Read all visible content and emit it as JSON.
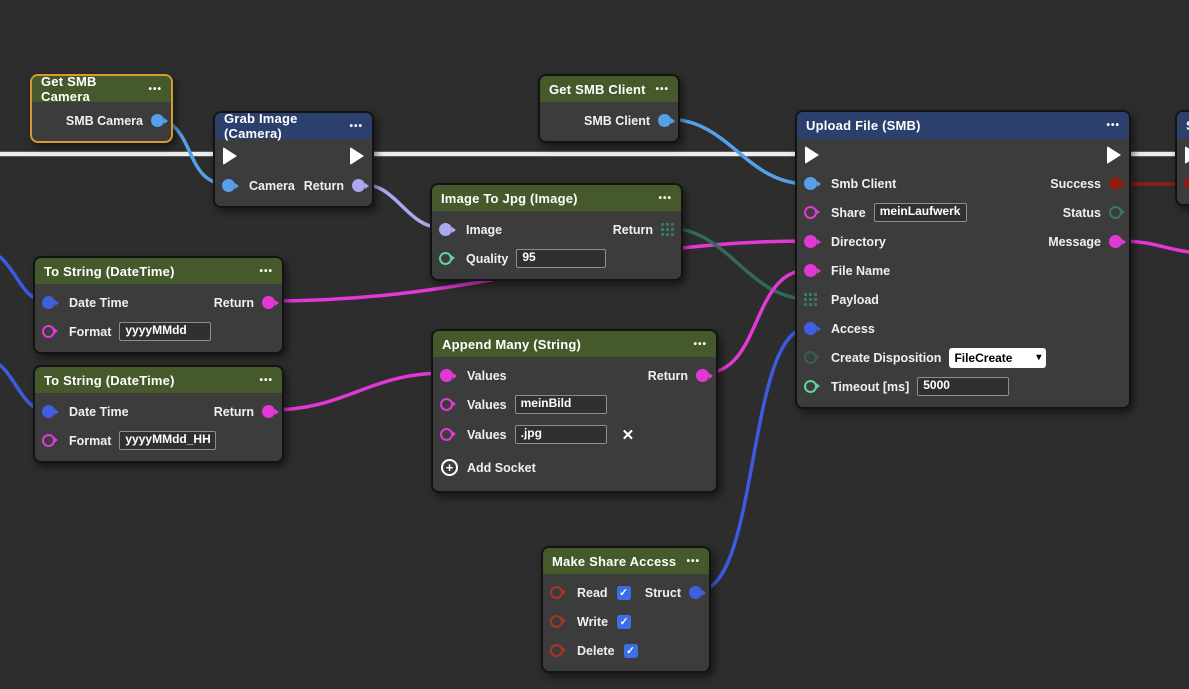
{
  "ui": {
    "icons": {
      "menu": "•••",
      "chevron_down": "▾",
      "close": "✕",
      "check": "✓",
      "add": "+"
    }
  },
  "colors": {
    "canvas": "#2d2d2d",
    "node_body": "#3c3c3c",
    "header_green": "#45592a",
    "header_blue": "#2c406e",
    "selection_border": "#d8992f",
    "wire_exec": "#ededed",
    "wire_blue": "#55a0e8",
    "wire_lavender": "#a9a9ef",
    "wire_magenta": "#e238d6",
    "wire_teal": "#33695c",
    "wire_royal": "#3d5be0",
    "wire_red": "#8f1d10"
  },
  "nodes": {
    "get_smb_camera": {
      "title": "Get SMB Camera",
      "output_label": "SMB Camera",
      "selected": true
    },
    "grab_image": {
      "title": "Grab Image (Camera)",
      "input_camera": "Camera",
      "output_return": "Return"
    },
    "get_smb_client": {
      "title": "Get SMB Client",
      "output_label": "SMB Client"
    },
    "image_to_jpg": {
      "title": "Image To Jpg (Image)",
      "input_image": "Image",
      "output_return": "Return",
      "input_quality": "Quality",
      "quality_value": "95"
    },
    "to_string_1": {
      "title": "To String (DateTime)",
      "input_datetime": "Date Time",
      "output_return": "Return",
      "input_format": "Format",
      "format_value": "yyyyMMdd"
    },
    "to_string_2": {
      "title": "To String (DateTime)",
      "input_datetime": "Date Time",
      "output_return": "Return",
      "input_format": "Format",
      "format_value": "yyyyMMdd_HH"
    },
    "append_many": {
      "title": "Append Many (String)",
      "input_values1": "Values",
      "output_return": "Return",
      "input_values2": "Values",
      "values2_value": "meinBild",
      "input_values3": "Values",
      "values3_value": ".jpg",
      "add_socket_label": "Add Socket"
    },
    "upload_file": {
      "title": "Upload File (SMB)",
      "input_smb_client": "Smb Client",
      "output_success": "Success",
      "input_share": "Share",
      "share_value": "meinLaufwerk",
      "output_status": "Status",
      "input_directory": "Directory",
      "output_message": "Message",
      "input_file_name": "File Name",
      "input_payload": "Payload",
      "input_access": "Access",
      "input_create_disposition": "Create Disposition",
      "create_disposition_value": "FileCreate",
      "input_timeout": "Timeout [ms]",
      "timeout_value": "5000"
    },
    "make_share_access": {
      "title": "Make Share Access",
      "input_read": "Read",
      "read_checked": true,
      "output_struct": "Struct",
      "input_write": "Write",
      "write_checked": true,
      "input_delete": "Delete",
      "delete_checked": true
    },
    "partial_right": {
      "title": "S"
    }
  }
}
